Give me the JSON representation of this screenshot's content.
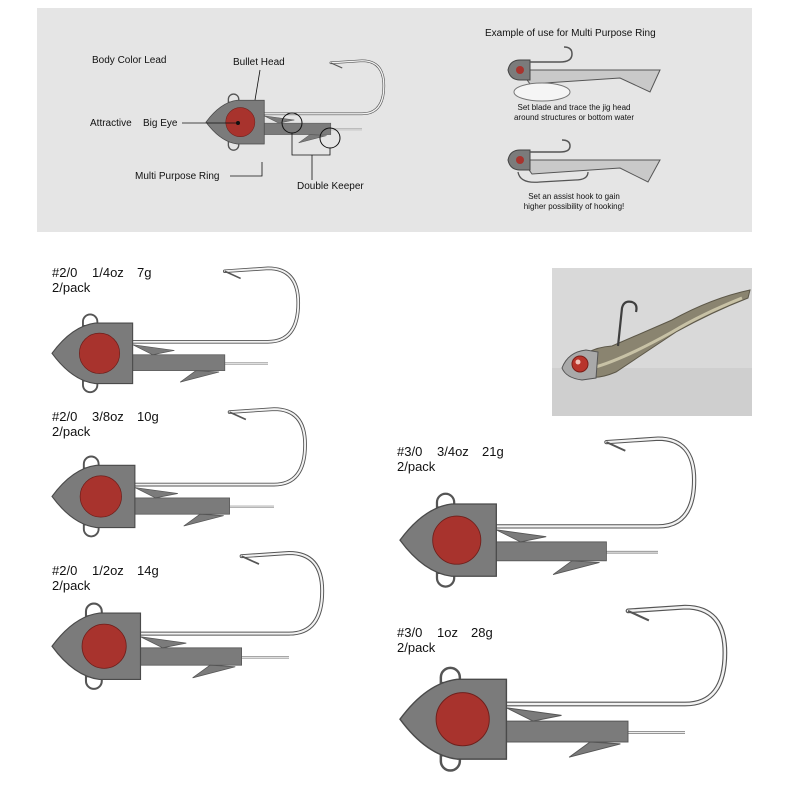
{
  "diagram": {
    "labels": {
      "body_color_lead": "Body Color Lead",
      "bullet_head": "Bullet Head",
      "attractive": "Attractive",
      "big_eye": "Big Eye",
      "multi_purpose_ring": "Multi Purpose Ring",
      "double_keeper": "Double Keeper"
    },
    "example": {
      "title": "Example of use for Multi Purpose Ring",
      "note1": [
        "Set blade and trace the jig head",
        "around structures or bottom water"
      ],
      "note2": [
        "Set an assist hook to gain",
        "higher possibility of hooking!"
      ]
    }
  },
  "products": [
    {
      "hook_size": "#2/0",
      "weight_oz": "1/4oz",
      "weight_g": "7g",
      "pack": "2/pack"
    },
    {
      "hook_size": "#2/0",
      "weight_oz": "3/8oz",
      "weight_g": "10g",
      "pack": "2/pack"
    },
    {
      "hook_size": "#2/0",
      "weight_oz": "1/2oz",
      "weight_g": "14g",
      "pack": "2/pack"
    },
    {
      "hook_size": "#3/0",
      "weight_oz": "3/4oz",
      "weight_g": "21g",
      "pack": "2/pack"
    },
    {
      "hook_size": "#3/0",
      "weight_oz": "1oz",
      "weight_g": "28g",
      "pack": "2/pack"
    }
  ],
  "colors": {
    "panel": "#e5e5e5",
    "lead": "#7b7b7b",
    "eye": "#a8332d",
    "hook": "#9a9a9a"
  }
}
